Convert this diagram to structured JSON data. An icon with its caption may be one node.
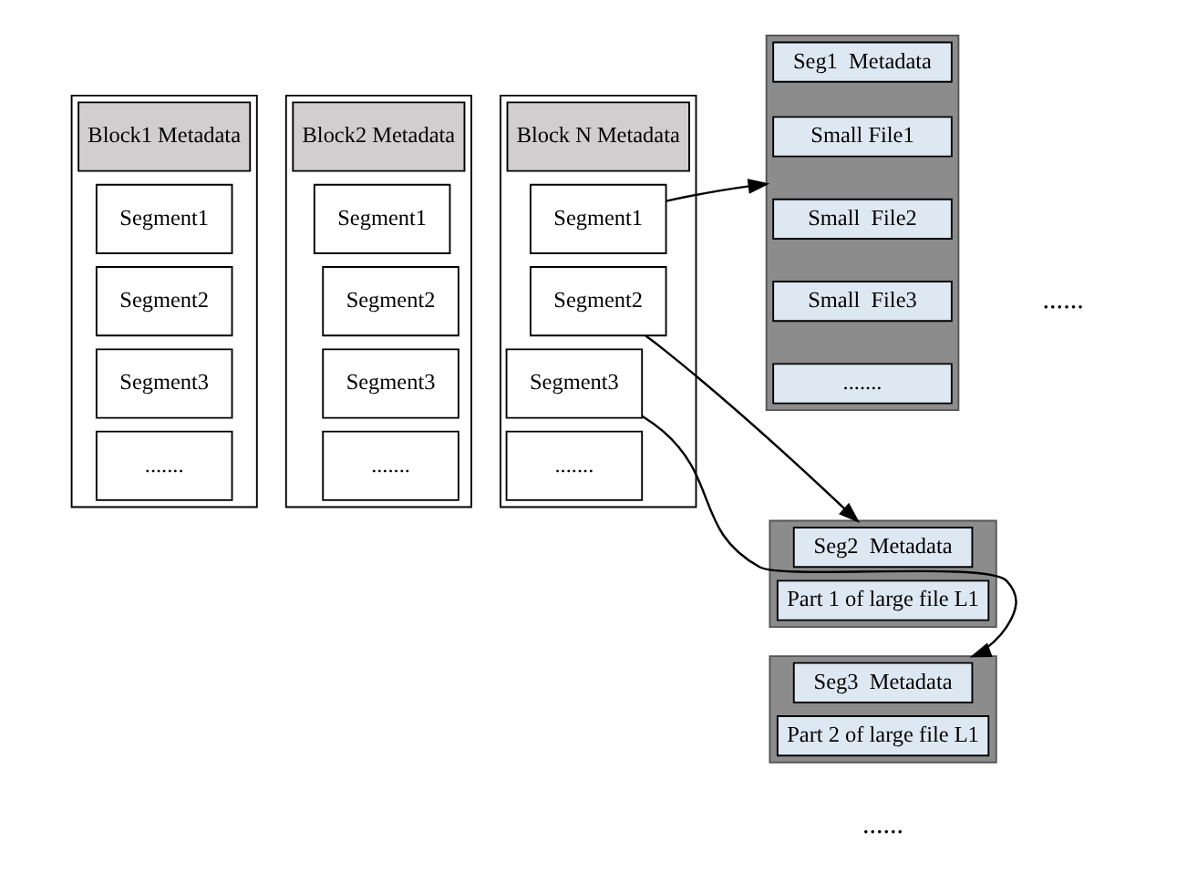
{
  "diagram": {
    "nodes": [
      {
        "text": [],
        "shape": "box"
      },
      {
        "text": [
          "Block1 Metadata"
        ],
        "in": 0
      },
      {
        "text": [
          "Segment1"
        ],
        "in": 0
      },
      {
        "text": [
          "Segment2"
        ],
        "in": 0
      },
      {
        "text": [
          "Segment3"
        ],
        "in": 0
      },
      {
        "text": [
          "......."
        ],
        "in": 0
      },
      {
        "text": [],
        "shape": "box"
      },
      {
        "text": [
          "Block2 Metadata"
        ],
        "in": 6
      },
      {
        "text": [
          "Segment1"
        ],
        "in": 6
      },
      {
        "text": [
          "Segment2"
        ],
        "in": 6
      },
      {
        "text": [
          "Segment3"
        ],
        "in": 6
      },
      {
        "text": [
          "......."
        ],
        "in": 6
      },
      {
        "text": [],
        "shape": "box"
      },
      {
        "text": [
          "Block N Metadata"
        ],
        "in": 12
      },
      {
        "text": [
          "Segment1"
        ],
        "in": 12
      },
      {
        "text": [
          "Segment2"
        ],
        "in": 12
      },
      {
        "text": [
          "Segment3"
        ],
        "in": 12
      },
      {
        "text": [
          "......."
        ],
        "in": 12
      },
      {
        "text": [],
        "shape": "box"
      },
      {
        "text": [
          "Seg1  Metadata"
        ],
        "in": 18
      },
      {
        "text": [
          "Small File1"
        ],
        "in": 18
      },
      {
        "text": [
          "Small  File2"
        ],
        "in": 18
      },
      {
        "text": [
          "Small  File3"
        ],
        "in": 18
      },
      {
        "text": [
          "......."
        ],
        "in": 18
      },
      {
        "text": [],
        "shape": "box"
      },
      {
        "text": [
          "Seg2  Metadata"
        ],
        "in": 24
      },
      {
        "text": [
          "Part 1 of large file L1"
        ],
        "in": 24
      },
      {
        "text": [],
        "shape": "box"
      },
      {
        "text": [
          "Seg3  Metadata"
        ],
        "in": 27
      },
      {
        "text": [
          "Part 2 of large file L1"
        ],
        "in": 27
      }
    ],
    "edges": [
      {
        "from": 14,
        "to": 18,
        "arrow": "to"
      },
      {
        "from": 15,
        "to": 24,
        "arrow": "to"
      },
      {
        "from": 16,
        "to": 27,
        "arrow": "to"
      }
    ],
    "labels": [
      "......",
      "......"
    ]
  }
}
